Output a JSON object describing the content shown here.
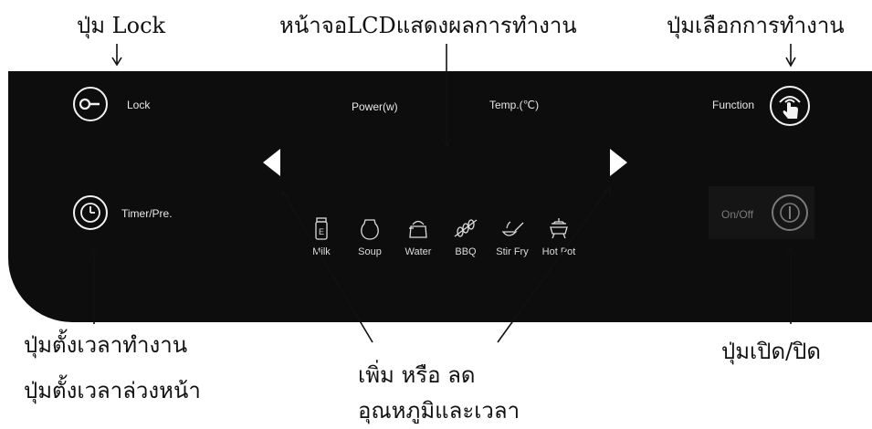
{
  "annotations": {
    "lock_button": "ปุ่ม Lock",
    "lcd_display": "หน้าจอLCDแสดงผลการทำงาน",
    "function_button": "ปุ่มเลือกการทำงาน",
    "timer_line1": "ปุ่มตั้งเวลาทำงาน",
    "timer_line2": "ปุ่มตั้งเวลาล่วงหน้า",
    "adjust_line1": "เพิ่ม หรือ ลด",
    "adjust_line2": "อุณหภูมิและเวลา",
    "power_button": "ปุ่มเปิด/ปิด"
  },
  "panel": {
    "lock_label": "Lock",
    "timer_label": "Timer/Pre.",
    "power_label": "Power(w)",
    "temp_label": "Temp.(℃)",
    "function_label": "Function",
    "onoff_label": "On/Off",
    "modes": [
      {
        "label": "Milk",
        "icon": "milk-bottle-icon"
      },
      {
        "label": "Soup",
        "icon": "soup-pot-icon"
      },
      {
        "label": "Water",
        "icon": "kettle-icon"
      },
      {
        "label": "BBQ",
        "icon": "skewer-icon"
      },
      {
        "label": "Stir Fry",
        "icon": "frying-pan-icon"
      },
      {
        "label": "Hot Pot",
        "icon": "hot-pot-icon"
      }
    ]
  },
  "colors": {
    "panel": "#0d0d0e",
    "panel_text": "#e8e8e8",
    "annotation_text": "#111111",
    "dim_button": "#7a7a7a"
  }
}
